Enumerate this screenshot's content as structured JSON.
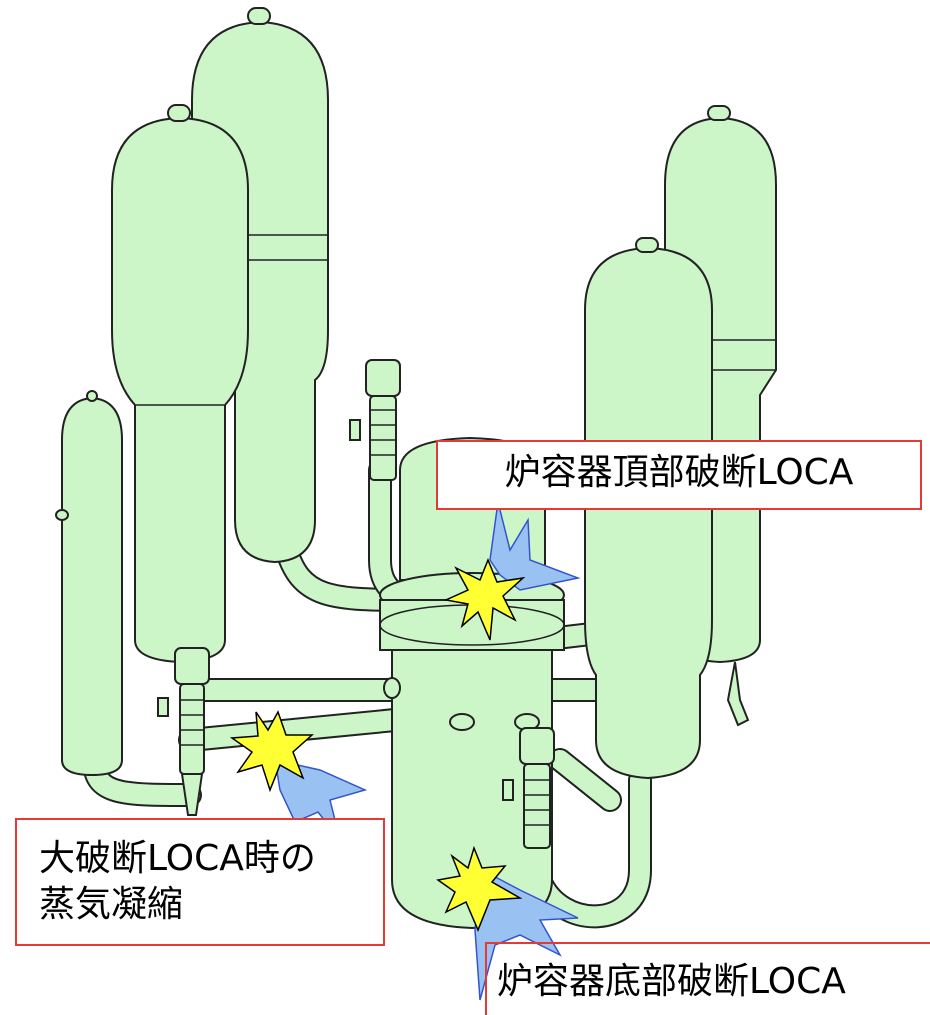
{
  "labels": {
    "top_break": "炉容器頂部破断LOCA",
    "large_break_line1": "大破断LOCA時の",
    "large_break_line2": "蒸気凝縮",
    "bottom_break": "炉容器底部破断LOCA"
  },
  "colors": {
    "component_fill": "#ccf5c8",
    "outline": "#222222",
    "callout_border": "#e53935",
    "burst_yellow": "#ffff33",
    "jet_blue": "#99c2f2"
  },
  "icons": [
    "break-burst-icon",
    "steam-jet-icon"
  ]
}
